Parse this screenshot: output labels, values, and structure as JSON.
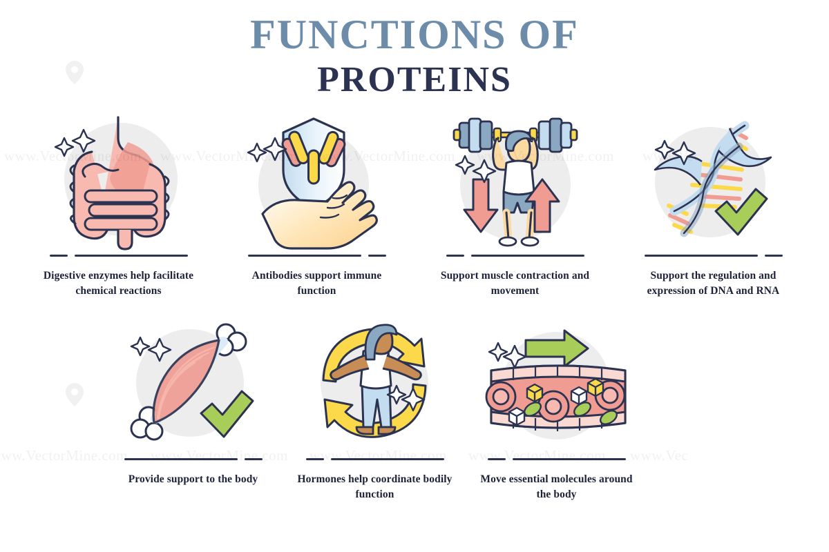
{
  "title": {
    "line1": "FUNCTIONS OF",
    "line2": "PROTEINS",
    "color_line1": "#6d8caa",
    "color_line2": "#2b3351"
  },
  "watermark": {
    "text": "www.VectorMine.com",
    "short_text": "www.Vec"
  },
  "palette": {
    "outline": "#2b3351",
    "circle_bg": "#ededed",
    "salmon": "#f09c92",
    "salmon_light": "#f7b9b0",
    "pink_pale": "#fad9d3",
    "yellow": "#fcd94a",
    "yellow_light": "#ffe89a",
    "green": "#a8cd59",
    "blue_steel": "#8aa8c2",
    "blue_light": "#c3dcef",
    "blue_pale": "#dcebf7",
    "skin": "#fcd9a0",
    "skin_dark": "#c88d55",
    "white": "#ffffff"
  },
  "items": [
    {
      "id": "digestive-enzymes",
      "icon": "digestive-system-icon",
      "divider_style": "left-dash",
      "caption": "Digestive enzymes help facilitate chemical reactions"
    },
    {
      "id": "antibodies",
      "icon": "shield-antibody-hand-icon",
      "divider_style": "right-dash",
      "caption": "Antibodies support immune function"
    },
    {
      "id": "muscle-contraction",
      "icon": "weightlifter-icon",
      "divider_style": "left-dash",
      "caption": "Support muscle contraction and movement"
    },
    {
      "id": "dna-rna-regulation",
      "icon": "dna-helix-check-icon",
      "divider_style": "right-dash",
      "caption": "Support the regulation and expression of DNA and RNA"
    },
    {
      "id": "body-support",
      "icon": "muscle-bone-check-icon",
      "divider_style": "right-dash",
      "caption": "Provide support to the body"
    },
    {
      "id": "hormones",
      "icon": "woman-cycle-arrows-icon",
      "divider_style": "left-dash",
      "caption": "Hormones help coordinate bodily function"
    },
    {
      "id": "molecule-transport",
      "icon": "blood-vessel-arrow-icon",
      "divider_style": "left-dash",
      "caption": "Move essential molecules around the body"
    }
  ]
}
